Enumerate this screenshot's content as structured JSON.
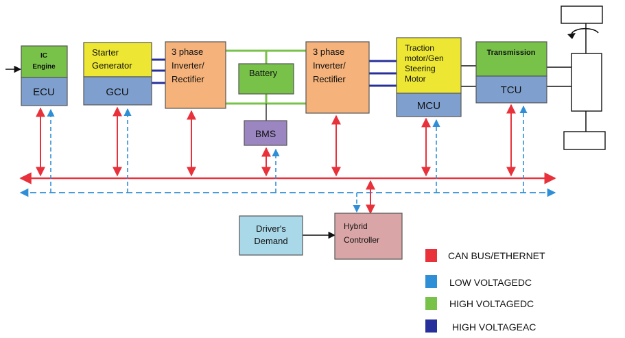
{
  "colors": {
    "can_bus": "#e8313a",
    "low_voltage_dc": "#2f8fd6",
    "high_voltage_dc": "#78c24a",
    "high_voltage_ac": "#27309a"
  },
  "blocks": {
    "ic_engine": {
      "line1": "IC",
      "line2": "Engine"
    },
    "ecu": "ECU",
    "starter_generator": {
      "line1": "Starter",
      "line2": "Generator"
    },
    "gcu": "GCU",
    "inverter_left": {
      "line1": "3 phase",
      "line2": "Inverter/",
      "line3": "Rectifier"
    },
    "battery": "Battery",
    "bms": "BMS",
    "inverter_right": {
      "line1": "3 phase",
      "line2": "Inverter/",
      "line3": "Rectifier"
    },
    "traction_motor": {
      "line1": "Traction",
      "line2": "motor/Gen",
      "line3": "Steering",
      "line4": "Motor"
    },
    "mcu": "MCU",
    "transmission": "Transmission",
    "tcu": "TCU",
    "drivers_demand": {
      "line1": "Driver's",
      "line2": "Demand"
    },
    "hybrid_controller": {
      "line1": "Hybrid",
      "line2": "Controller"
    }
  },
  "legend": [
    {
      "label": "CAN BUS/ETHERNET",
      "color": "#e8313a"
    },
    {
      "label": "LOW VOLTAGEDC",
      "color": "#2f8fd6"
    },
    {
      "label": "HIGH VOLTAGEDC",
      "color": "#78c24a"
    },
    {
      "label": "HIGH VOLTAGEAC",
      "color": "#27309a"
    }
  ]
}
